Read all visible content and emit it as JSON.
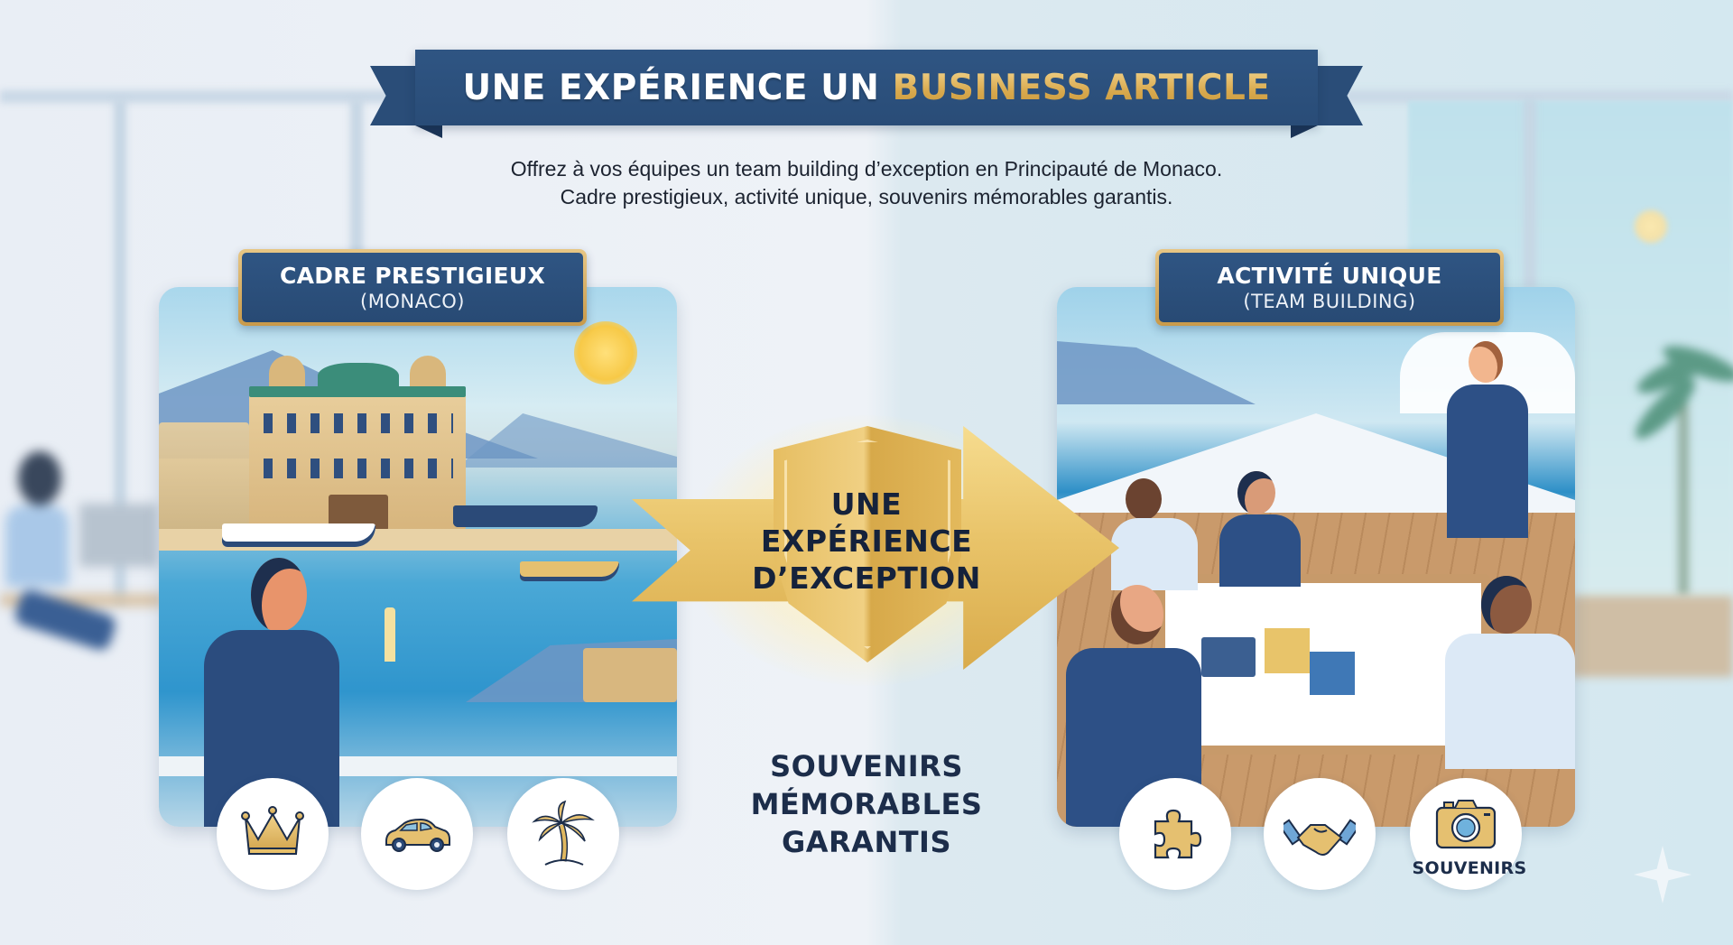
{
  "header": {
    "title_main": "UNE EXPÉRIENCE UN",
    "title_accent": "BUSINESS ARTICLE",
    "subtitle_line1": "Offrez à vos équipes un team building d’exception en Principauté de Monaco.",
    "subtitle_line2": "Cadre prestigieux, activité unique, souvenirs mémorables garantis."
  },
  "panels": {
    "left": {
      "label_title": "CADRE PRESTIGIEUX",
      "label_sub": "(MONACO)",
      "illustration": "monaco-casino-harbor-yachts-man-with-champagne",
      "icons": [
        "crown-icon",
        "car-icon",
        "palm-tree-icon"
      ]
    },
    "right": {
      "label_title": "ACTIVITÉ UNIQUE",
      "label_sub": "(TEAM BUILDING)",
      "illustration": "team-meeting-on-yacht-deck",
      "icons": [
        "puzzle-icon",
        "handshake-icon",
        "camera-icon"
      ],
      "icon_caption": "SOUVENIRS"
    }
  },
  "center": {
    "shield_line1": "UNE",
    "shield_line2": "EXPÉRIENCE",
    "shield_line3": "D’EXCEPTION",
    "tagline_line1": "SOUVENIRS",
    "tagline_line2": "MÉMORABLES",
    "tagline_line3": "GARANTIS"
  },
  "colors": {
    "navy": "#2a4d78",
    "gold": "#d9ab4b",
    "gold_light": "#f2d38a",
    "text_dark": "#1c2d4a",
    "background": "#e9eef5"
  }
}
